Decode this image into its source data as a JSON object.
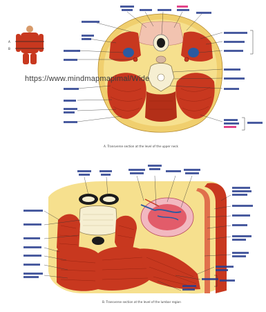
{
  "watermark": {
    "text": "https://www.mindmapmapimal/Wide"
  },
  "colors": {
    "muscle": "#c8381f",
    "muscle_dark": "#8e1f0e",
    "skin": "#f0cf6e",
    "fat": "#f6e08e",
    "bone": "#f6efd2",
    "kidney": "#e25c6a",
    "vessel_blue": "#2b5aa0",
    "organ_dark": "#1b1b1b",
    "label_box": "#2a3f8f",
    "highlight_pink": "#e2458a"
  },
  "icons": {
    "body_thumbnail": "anatomy-torso-figure-icon"
  },
  "figures": [
    {
      "id": "upper",
      "caption": "A. Transverse section at the level of the upper neck"
    },
    {
      "id": "lower",
      "caption": "B. Transverse section at the level of the lumbar region"
    }
  ]
}
